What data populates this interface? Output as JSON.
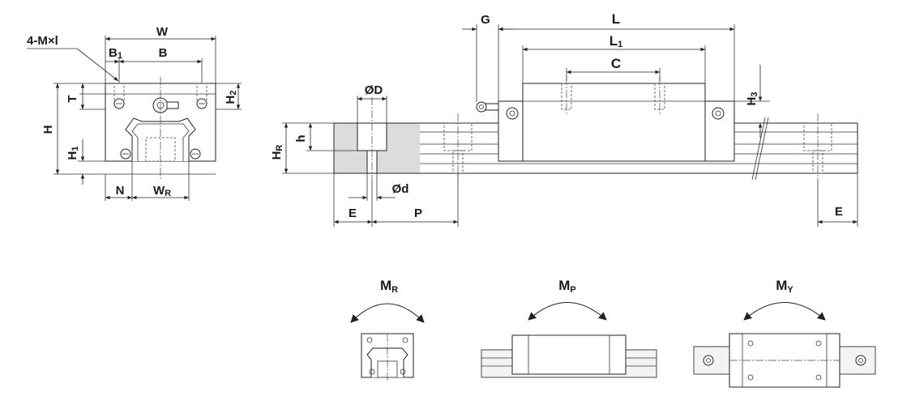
{
  "labels": {
    "mounting_holes": "4-M×l",
    "W": "W",
    "B1": "B",
    "B1_sub": "1",
    "B": "B",
    "T": "T",
    "H2": "H",
    "H2_sub": "2",
    "H": "H",
    "H1": "H",
    "H1_sub": "1",
    "N": "N",
    "WR": "W",
    "WR_sub": "R",
    "D": "ØD",
    "h": "h",
    "HR": "H",
    "HR_sub": "R",
    "d": "Ød",
    "E": "E",
    "P": "P",
    "G": "G",
    "L": "L",
    "L1": "L",
    "L1_sub": "1",
    "C": "C",
    "H3": "H",
    "H3_sub": "3",
    "E_right": "E"
  },
  "moments": {
    "MR": "M",
    "MR_sub": "R",
    "MP": "M",
    "MP_sub": "P",
    "MY": "M",
    "MY_sub": "Y"
  }
}
